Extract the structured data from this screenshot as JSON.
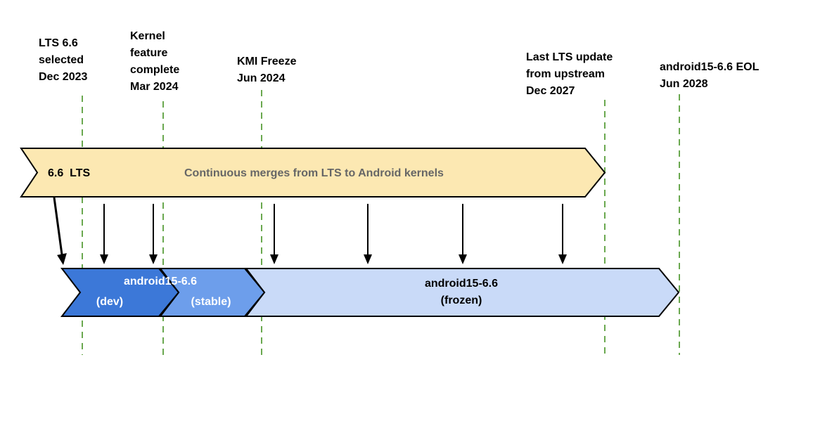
{
  "colors": {
    "milestone_line": "#6AA84F",
    "lts_banner_fill": "#FCE8B2",
    "dev_fill": "#3C78D8",
    "stable_fill": "#6D9EEB",
    "frozen_fill": "#C9DAF8",
    "arrow": "#000000"
  },
  "milestones": [
    {
      "label": "LTS 6.6\nselected\nDec 2023"
    },
    {
      "label": "Kernel\nfeature\ncomplete\nMar 2024"
    },
    {
      "label": "KMI Freeze\nJun 2024"
    },
    {
      "label": "Last LTS update\nfrom upstream\nDec 2027"
    },
    {
      "label": "android15-6.6 EOL\nJun 2028"
    }
  ],
  "lts_banner": {
    "version_label": "6.6  LTS",
    "description": "Continuous merges from LTS to Android kernels"
  },
  "branch_banner": {
    "name_label": "android15-6.6",
    "dev_label": "(dev)",
    "stable_label": "(stable)",
    "frozen_label": "android15-6.6\n(frozen)"
  }
}
